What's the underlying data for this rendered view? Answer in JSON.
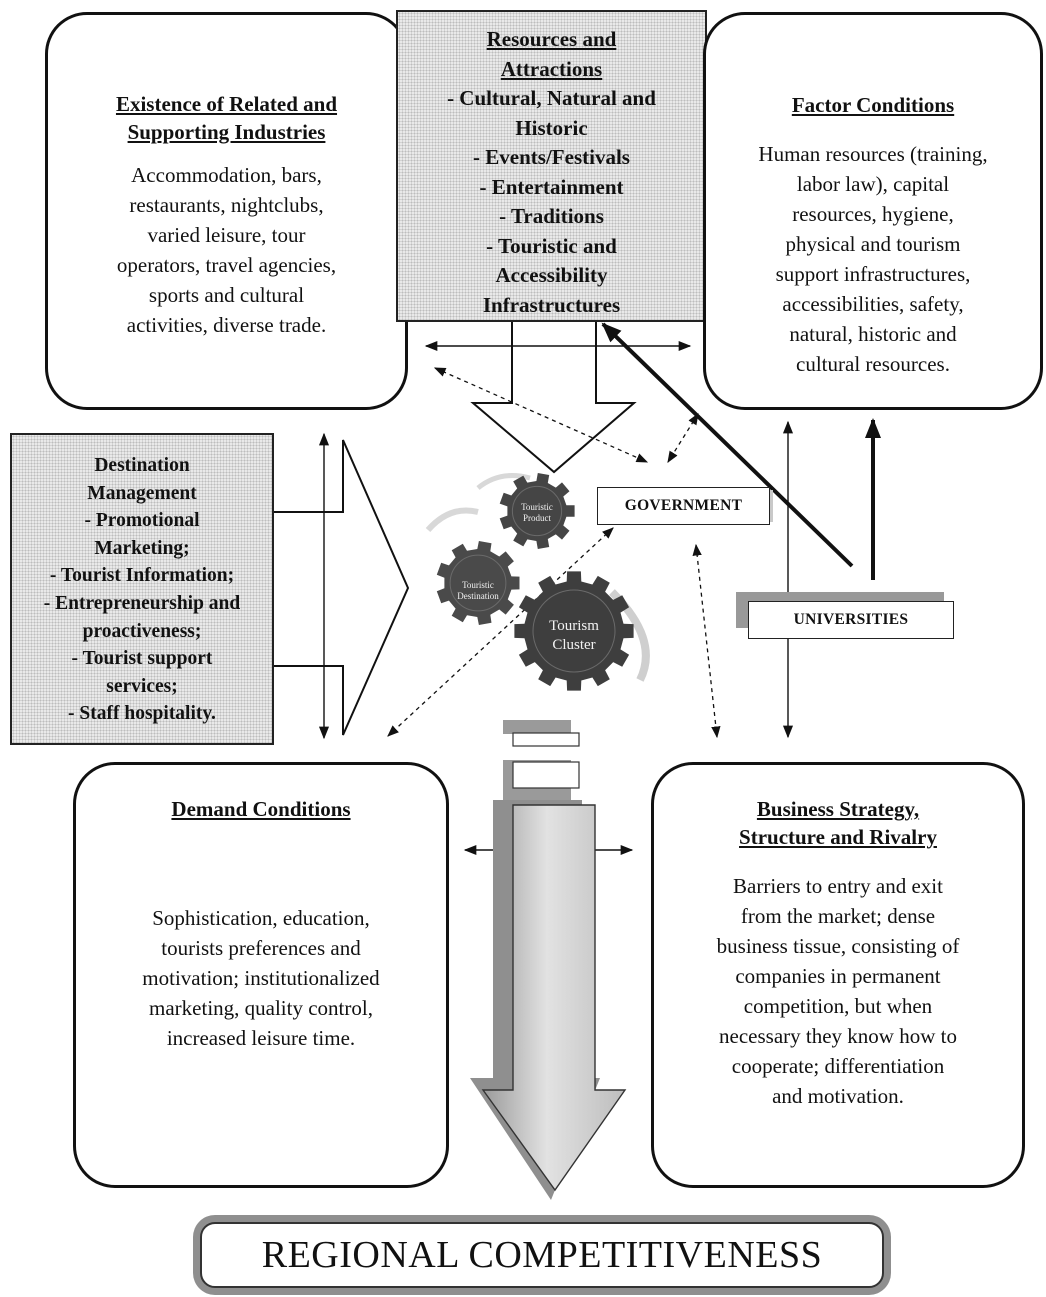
{
  "related_industries": {
    "title_line1": "Existence of Related and",
    "title_line2": "Supporting Industries",
    "lines": [
      "Accommodation, bars,",
      "restaurants, nightclubs,",
      "varied leisure, tour",
      "operators, travel agencies,",
      "sports and cultural",
      "activities, diverse trade."
    ]
  },
  "resources": {
    "title_line1": "Resources and",
    "title_line2": "Attractions",
    "lines": [
      "- Cultural, Natural and",
      "Historic",
      "- Events/Festivals",
      "- Entertainment",
      "- Traditions",
      "- Touristic and",
      "Accessibility",
      "Infrastructures"
    ]
  },
  "factor_conditions": {
    "title": "Factor Conditions",
    "lines": [
      "Human resources (training,",
      "labor law), capital",
      "resources, hygiene,",
      "physical and tourism",
      "support infrastructures,",
      "accessibilities, safety,",
      "natural, historic and",
      "cultural resources."
    ]
  },
  "destination_management": {
    "lines": [
      "Destination",
      "Management",
      "- Promotional",
      "Marketing;",
      "- Tourist Information;",
      "- Entrepreneurship and",
      "proactiveness;",
      "- Tourist support",
      "services;",
      "- Staff hospitality."
    ]
  },
  "government": {
    "label": "GOVERNMENT"
  },
  "universities": {
    "label": "UNIVERSITIES"
  },
  "gears": {
    "product_line1": "Touristic",
    "product_line2": "Product",
    "destination_line1": "Touristic",
    "destination_line2": "Destination",
    "cluster_line1": "Tourism",
    "cluster_line2": "Cluster"
  },
  "demand_conditions": {
    "title": "Demand Conditions",
    "lines": [
      "Sophistication, education,",
      "tourists preferences and",
      "motivation; institutionalized",
      "marketing, quality control,",
      "increased leisure time."
    ]
  },
  "business_strategy": {
    "title_line1": "Business Strategy,",
    "title_line2": "Structure and Rivalry",
    "lines": [
      "Barriers to entry and exit",
      "from the market; dense",
      "business tissue, consisting of",
      "companies in permanent",
      "competition, but when",
      "necessary they know how to",
      "cooperate; differentiation",
      "and motivation."
    ]
  },
  "outcome": {
    "label": "REGIONAL COMPETITIVENESS"
  }
}
